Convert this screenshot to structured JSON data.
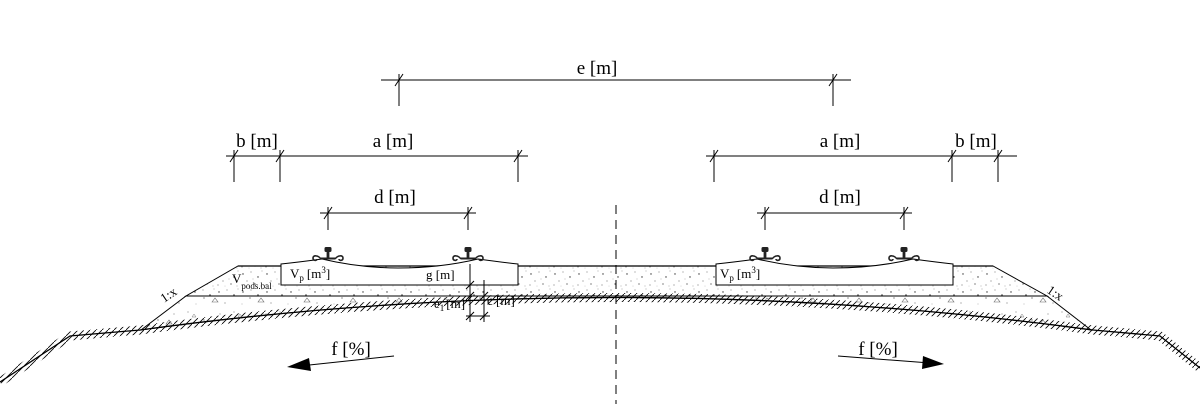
{
  "dimensions": {
    "e": "e [m]",
    "b_left": "b [m]",
    "a_left": "a [m]",
    "a_right": "a [m]",
    "b_right": "b [m]",
    "d_left": "d [m]",
    "d_right": "d [m]"
  },
  "labels": {
    "slope_left": "1:x",
    "slope_right": "1:x",
    "vp_left_main": "V",
    "vp_left_sub": "p",
    "vp_left_unit": "[m",
    "vp_left_sup": "3",
    "vp_left_close": "]",
    "vp_right_main": "V",
    "vp_right_sub": "p",
    "vp_right_unit": "[m",
    "vp_right_sup": "3",
    "vp_right_close": "]",
    "vpods_main": "V",
    "vpods_sub": "pods.bal",
    "g": "g [m]",
    "e1_main": "e",
    "e1_sub": "1",
    "e1_unit": "[m]",
    "c": "c [m]",
    "f_left": "f [%]",
    "f_right": "f [%]"
  }
}
